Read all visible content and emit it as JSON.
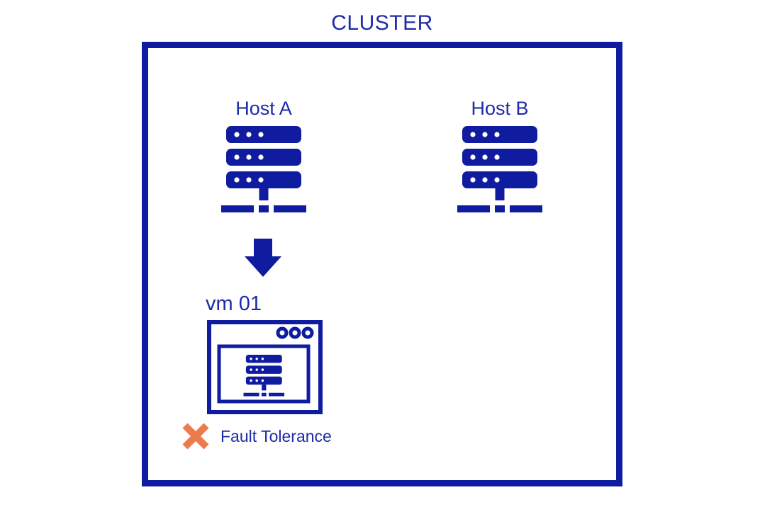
{
  "diagram": {
    "title": "CLUSTER",
    "hosts": [
      {
        "label": "Host A",
        "icon": "server-icon"
      },
      {
        "label": "Host B",
        "icon": "server-icon"
      }
    ],
    "arrow": {
      "icon": "arrow-down-icon",
      "from": "Host A",
      "to": "vm 01"
    },
    "vm": {
      "label": "vm 01",
      "icon": "vm-window-icon"
    },
    "fault_tolerance": {
      "label": "Fault Tolerance",
      "icon": "cross-icon"
    },
    "colors": {
      "primary": "#101CA0",
      "text": "#1D2BA8",
      "cross": "#EC7C4D"
    }
  }
}
